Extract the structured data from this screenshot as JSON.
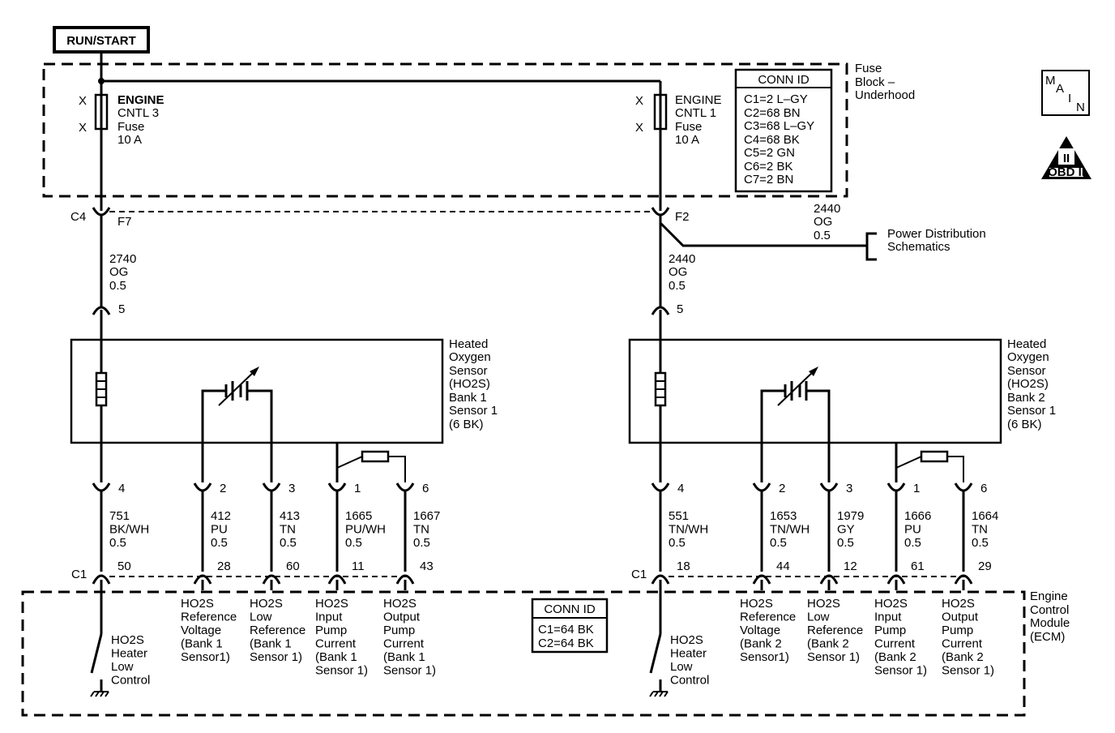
{
  "run_start": "RUN/START",
  "fuse_block": {
    "label": [
      "Fuse",
      "Block –",
      "Underhood"
    ]
  },
  "fuses": [
    {
      "label": [
        "ENGINE",
        "CNTL 3",
        "Fuse",
        "10 A"
      ],
      "x_marks": [
        "X",
        "X"
      ]
    },
    {
      "label": [
        "ENGINE",
        "CNTL 1",
        "Fuse",
        "10 A"
      ],
      "x_marks": [
        "X",
        "X"
      ]
    }
  ],
  "conn_id_top": {
    "title": "CONN ID",
    "rows": [
      "C1=2 L–GY",
      "C2=68 BN",
      "C3=68 L–GY",
      "C4=68 BK",
      "C5=2 GN",
      "C6=2 BK",
      "C7=2 BN"
    ]
  },
  "main_badge": {
    "letters": [
      "M",
      "A",
      "I",
      "N"
    ]
  },
  "obd_badge": {
    "numeral": "II",
    "label": "OBD II"
  },
  "connectors": {
    "c4": "C4",
    "f7": "F7",
    "f2": "F2",
    "pin5_left": "5",
    "pin5_right": "5",
    "c1_left": "C1",
    "c1_right": "C1"
  },
  "feed_wires": {
    "left": [
      "2740",
      "OG",
      "0.5"
    ],
    "right": [
      "2440",
      "OG",
      "0.5"
    ],
    "branch": [
      "2440",
      "OG",
      "0.5"
    ]
  },
  "power_distribution": [
    "Power Distribution",
    "Schematics"
  ],
  "sensors": [
    {
      "label": [
        "Heated",
        "Oxygen",
        "Sensor",
        "(HO2S)",
        "Bank 1",
        "Sensor 1",
        "(6 BK)"
      ]
    },
    {
      "label": [
        "Heated",
        "Oxygen",
        "Sensor",
        "(HO2S)",
        "Bank 2",
        "Sensor 1",
        "(6 BK)"
      ]
    }
  ],
  "left_pins": [
    {
      "pin": "4",
      "wire": [
        "751",
        "BK/WH",
        "0.5"
      ],
      "ecm_pin": "50"
    },
    {
      "pin": "2",
      "wire": [
        "412",
        "PU",
        "0.5"
      ],
      "ecm_pin": "28"
    },
    {
      "pin": "3",
      "wire": [
        "413",
        "TN",
        "0.5"
      ],
      "ecm_pin": "60"
    },
    {
      "pin": "1",
      "wire": [
        "1665",
        "PU/WH",
        "0.5"
      ],
      "ecm_pin": "11"
    },
    {
      "pin": "6",
      "wire": [
        "1667",
        "TN",
        "0.5"
      ],
      "ecm_pin": "43"
    }
  ],
  "right_pins": [
    {
      "pin": "4",
      "wire": [
        "551",
        "TN/WH",
        "0.5"
      ],
      "ecm_pin": "18"
    },
    {
      "pin": "2",
      "wire": [
        "1653",
        "TN/WH",
        "0.5"
      ],
      "ecm_pin": "44"
    },
    {
      "pin": "3",
      "wire": [
        "1979",
        "GY",
        "0.5"
      ],
      "ecm_pin": "12"
    },
    {
      "pin": "1",
      "wire": [
        "1666",
        "PU",
        "0.5"
      ],
      "ecm_pin": "61"
    },
    {
      "pin": "6",
      "wire": [
        "1664",
        "TN",
        "0.5"
      ],
      "ecm_pin": "29"
    }
  ],
  "ecm": {
    "label": [
      "Engine",
      "Control",
      "Module",
      "(ECM)"
    ]
  },
  "conn_id_ecm": {
    "title": "CONN ID",
    "rows": [
      "C1=64 BK",
      "C2=64 BK"
    ]
  },
  "ecm_left": [
    [
      "HO2S",
      "Heater",
      "Low",
      "Control"
    ],
    [
      "HO2S",
      "Reference",
      "Voltage",
      "(Bank 1",
      "Sensor1)"
    ],
    [
      "HO2S",
      "Low",
      "Reference",
      "(Bank 1",
      "Sensor 1)"
    ],
    [
      "HO2S",
      "Input",
      "Pump",
      "Current",
      "(Bank 1",
      "Sensor 1)"
    ],
    [
      "HO2S",
      "Output",
      "Pump",
      "Current",
      "(Bank 1",
      "Sensor 1)"
    ]
  ],
  "ecm_right": [
    [
      "HO2S",
      "Heater",
      "Low",
      "Control"
    ],
    [
      "HO2S",
      "Reference",
      "Voltage",
      "(Bank 2",
      "Sensor1)"
    ],
    [
      "HO2S",
      "Low",
      "Reference",
      "(Bank 2",
      "Sensor 1)"
    ],
    [
      "HO2S",
      "Input",
      "Pump",
      "Current",
      "(Bank 2",
      "Sensor 1)"
    ],
    [
      "HO2S",
      "Output",
      "Pump",
      "Current",
      "(Bank 2",
      "Sensor 1)"
    ]
  ]
}
